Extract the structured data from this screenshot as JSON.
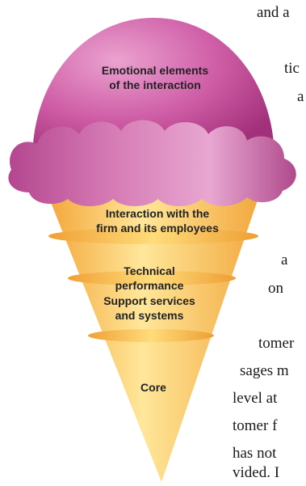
{
  "diagram": {
    "layers": [
      "Emotional elements\nof the interaction",
      "Interaction with the\nfirm and its employees",
      "Technical\nperformance",
      "Support services\nand systems",
      "Core"
    ]
  },
  "colors": {
    "scoop": "#b8468f",
    "scoop_light": "#e58fc5",
    "cone": "#f6b94a",
    "cone_light": "#ffe79a",
    "cone_edge": "#e29a2b"
  },
  "body_text_fragments": [
    "and a",
    "tic",
    "a",
    "a",
    "on",
    "tomer",
    "sages m",
    "level at",
    "tomer f",
    "has not",
    "vided. I"
  ]
}
